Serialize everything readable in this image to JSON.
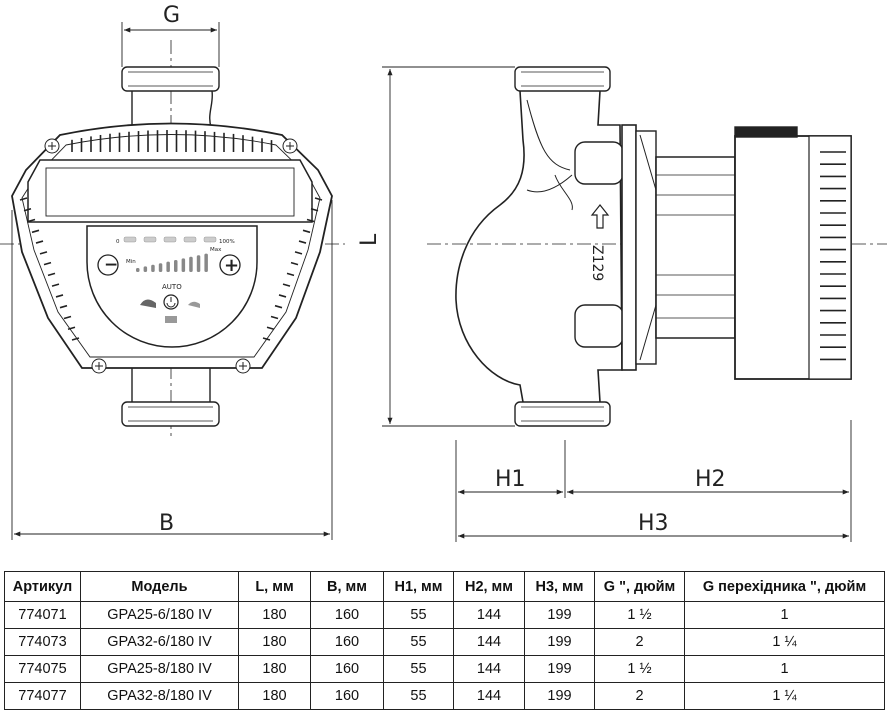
{
  "drawing": {
    "labels": {
      "g": "G",
      "b": "B",
      "l": "L",
      "h1": "H1",
      "h2": "H2",
      "h3": "H3"
    },
    "panel": {
      "min_label": "Min",
      "max_label": "Max",
      "zero_label": "0",
      "hundred_label": "100%",
      "auto_label": "AUTO",
      "minus_symbol": "−",
      "plus_symbol": "+"
    },
    "body_marking": "Z129"
  },
  "table": {
    "headers": [
      "Артикул",
      "Модель",
      "L, мм",
      "B, мм",
      "H1, мм",
      "H2, мм",
      "H3, мм",
      "G \", дюйм",
      "G перехідника \", дюйм"
    ],
    "rows": [
      [
        "774071",
        "GPA25-6/180 IV",
        "180",
        "160",
        "55",
        "144",
        "199",
        "1 ½",
        "1"
      ],
      [
        "774073",
        "GPA32-6/180 IV",
        "180",
        "160",
        "55",
        "144",
        "199",
        "2",
        "1 ¼"
      ],
      [
        "774075",
        "GPA25-8/180 IV",
        "180",
        "160",
        "55",
        "144",
        "199",
        "1 ½",
        "1"
      ],
      [
        "774077",
        "GPA32-8/180 IV",
        "180",
        "160",
        "55",
        "144",
        "199",
        "2",
        "1 ¼"
      ]
    ]
  }
}
